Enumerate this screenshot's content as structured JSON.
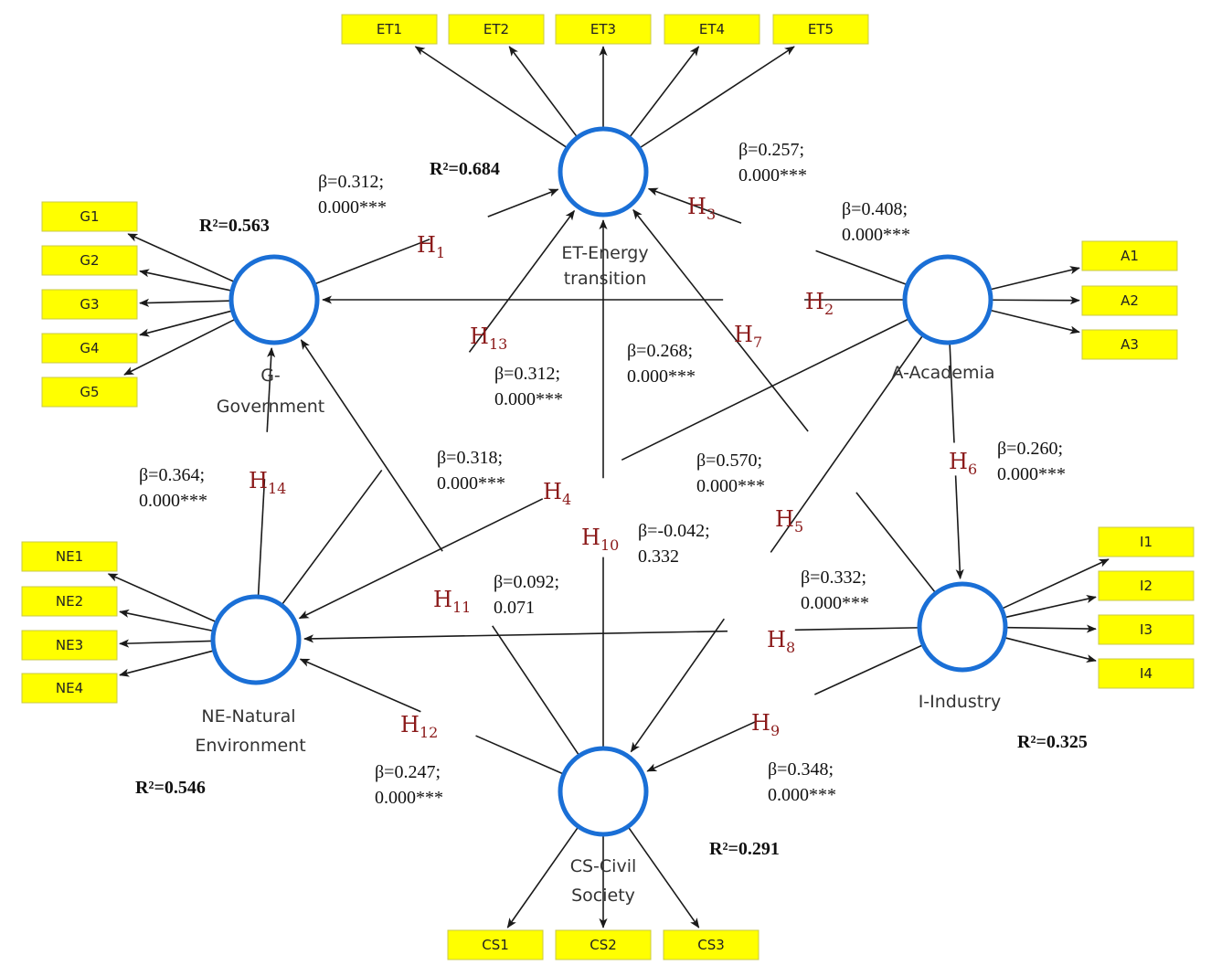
{
  "constructs": [
    {
      "id": "ET",
      "label_lines": [
        "ET-Energy",
        "transition"
      ],
      "r2": "R²=0.684"
    },
    {
      "id": "G",
      "label_lines": [
        "G-",
        "Government"
      ],
      "r2": "R²=0.563"
    },
    {
      "id": "A",
      "label_lines": [
        "A-Academia"
      ],
      "r2": ""
    },
    {
      "id": "NE",
      "label_lines": [
        "NE-Natural",
        "Environment"
      ],
      "r2": "R²=0.546"
    },
    {
      "id": "I",
      "label_lines": [
        "I-Industry"
      ],
      "r2": "R²=0.325"
    },
    {
      "id": "CS",
      "label_lines": [
        "CS-Civil",
        "Society"
      ],
      "r2": "R²=0.291"
    }
  ],
  "indicators": {
    "ET": [
      "ET1",
      "ET2",
      "ET3",
      "ET4",
      "ET5"
    ],
    "G": [
      "G1",
      "G2",
      "G3",
      "G4",
      "G5"
    ],
    "A": [
      "A1",
      "A2",
      "A3"
    ],
    "NE": [
      "NE1",
      "NE2",
      "NE3",
      "NE4"
    ],
    "I": [
      "I1",
      "I2",
      "I3",
      "I4"
    ],
    "CS": [
      "CS1",
      "CS2",
      "CS3"
    ]
  },
  "paths": [
    {
      "hyp": "1",
      "from": "G",
      "to": "ET",
      "beta": "β=0.312;",
      "p": "0.000***"
    },
    {
      "hyp": "2",
      "from": "A",
      "to": "G",
      "beta": "β=0.408;",
      "p": "0.000***"
    },
    {
      "hyp": "3",
      "from": "A",
      "to": "ET",
      "beta": "β=0.257;",
      "p": "0.000***"
    },
    {
      "hyp": "4",
      "from": "A",
      "to": "NE",
      "beta": "β=0.318;",
      "p": "0.000***"
    },
    {
      "hyp": "5",
      "from": "A",
      "to": "CS",
      "beta": "β=0.570;",
      "p": "0.000***"
    },
    {
      "hyp": "6",
      "from": "A",
      "to": "I",
      "beta": "β=0.260;",
      "p": "0.000***"
    },
    {
      "hyp": "7",
      "from": "I",
      "to": "ET",
      "beta": "β=0.268;",
      "p": "0.000***"
    },
    {
      "hyp": "8",
      "from": "I",
      "to": "NE",
      "beta": "β=0.332;",
      "p": "0.000***"
    },
    {
      "hyp": "9",
      "from": "I",
      "to": "CS",
      "beta": "β=0.348;",
      "p": "0.000***"
    },
    {
      "hyp": "10",
      "from": "CS",
      "to": "ET",
      "beta": "β=-0.042;",
      "p": "0.332"
    },
    {
      "hyp": "11",
      "from": "CS",
      "to": "G",
      "beta": "β=0.092;",
      "p": "0.071"
    },
    {
      "hyp": "12",
      "from": "CS",
      "to": "NE",
      "beta": "β=0.247;",
      "p": "0.000***"
    },
    {
      "hyp": "13",
      "from": "NE",
      "to": "ET",
      "beta": "β=0.312;",
      "p": "0.000***"
    },
    {
      "hyp": "14",
      "from": "NE",
      "to": "G",
      "beta": "β=0.364;",
      "p": "0.000***"
    }
  ]
}
